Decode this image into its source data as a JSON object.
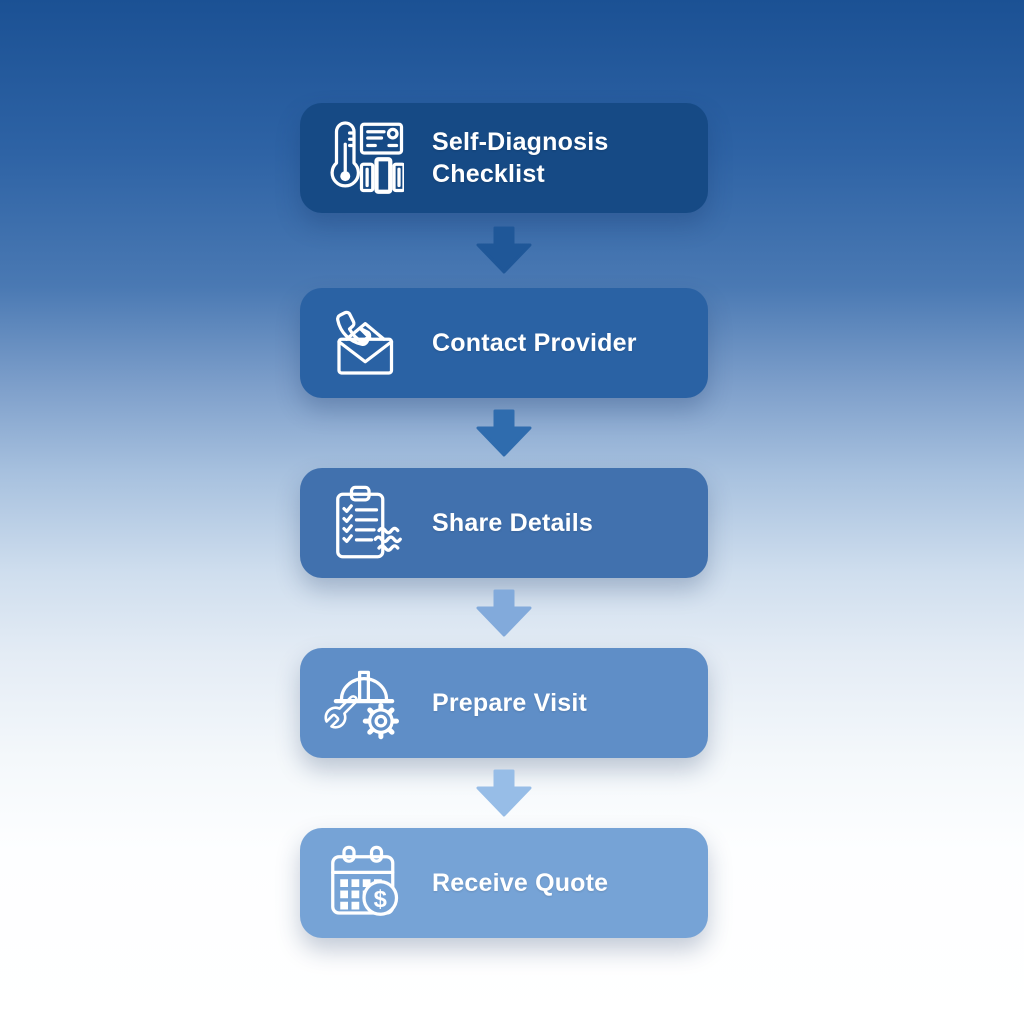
{
  "background": {
    "gradient_stops": [
      "#1b5194 0%",
      "#2e63a5 15%",
      "#4a79b3 28%",
      "#7fa0cb 38%",
      "#a6c0de 46%",
      "#cfdeee 56%",
      "#e4ecf5 64%",
      "#f4f8fb 74%",
      "#fdfeff 83%",
      "#ffffff 100%"
    ]
  },
  "flow": {
    "steps": [
      {
        "label": "Self-Diagnosis Checklist",
        "icon": "thermometer-report-icon",
        "color": "#164a85"
      },
      {
        "label": "Contact Provider",
        "icon": "phone-envelope-icon",
        "color": "#2a62a4"
      },
      {
        "label": "Share Details",
        "icon": "clipboard-checklist-icon",
        "color": "#4171ae"
      },
      {
        "label": "Prepare Visit",
        "icon": "hardhat-tools-icon",
        "color": "#5f8ec7"
      },
      {
        "label": "Receive Quote",
        "icon": "calendar-dollar-icon",
        "color": "#76a3d6",
        "badge_symbol": "$"
      }
    ],
    "arrows": [
      {
        "color": "#1f5798"
      },
      {
        "color": "#2f6cae"
      },
      {
        "color": "#82aadb"
      },
      {
        "color": "#97bde7"
      }
    ]
  }
}
